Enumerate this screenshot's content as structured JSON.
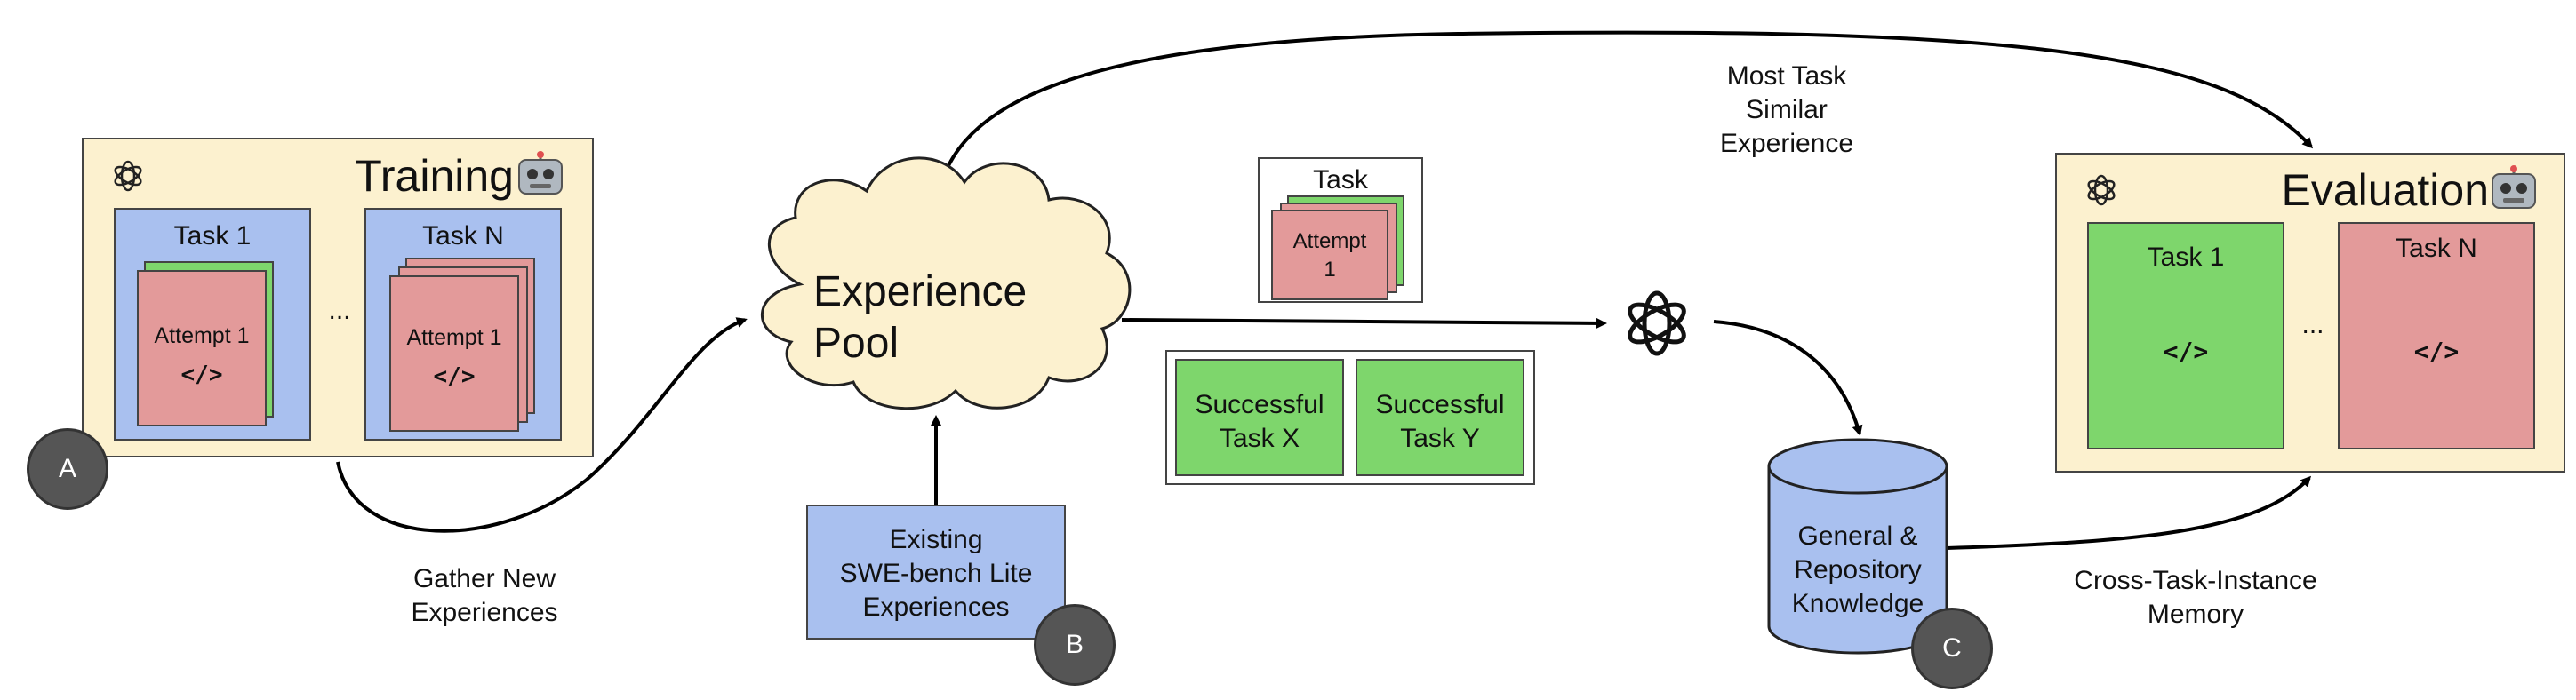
{
  "training": {
    "title": "Training",
    "task_first": "Task 1",
    "task_last": "Task N",
    "attempt_first": "Attempt 1",
    "attempt_last": "Attempt 1",
    "code_glyph": "</>",
    "ellipsis": "..."
  },
  "evaluation": {
    "title": "Evaluation",
    "task_first": "Task 1",
    "task_last": "Task N",
    "code_glyph": "</>",
    "ellipsis": "..."
  },
  "experience_pool": {
    "line1": "Experience",
    "line2": "Pool"
  },
  "existing": {
    "line1": "Existing",
    "line2": "SWE-bench Lite",
    "line3": "Experiences"
  },
  "task_card": {
    "title": "Task",
    "attempt_line1": "Attempt",
    "attempt_line2": "1"
  },
  "successful": {
    "x_line1": "Successful",
    "x_line2": "Task X",
    "y_line1": "Successful",
    "y_line2": "Task Y"
  },
  "knowledge": {
    "line1": "General &",
    "line2": "Repository",
    "line3": "Knowledge"
  },
  "labels": {
    "gather_line1": "Gather New",
    "gather_line2": "Experiences",
    "similar_line1": "Most Task",
    "similar_line2": "Similar",
    "similar_line3": "Experience",
    "memory_line1": "Cross-Task-Instance",
    "memory_line2": "Memory"
  },
  "badges": {
    "a": "A",
    "b": "B",
    "c": "C"
  },
  "icons": {
    "robot": "robot-icon",
    "openai": "openai-logo-icon"
  },
  "colors": {
    "panel": "#fcf1cf",
    "task_blue": "#a9c0ef",
    "attempt_red": "#e39a9a",
    "success_green": "#7ed66c",
    "badge": "#555555"
  }
}
